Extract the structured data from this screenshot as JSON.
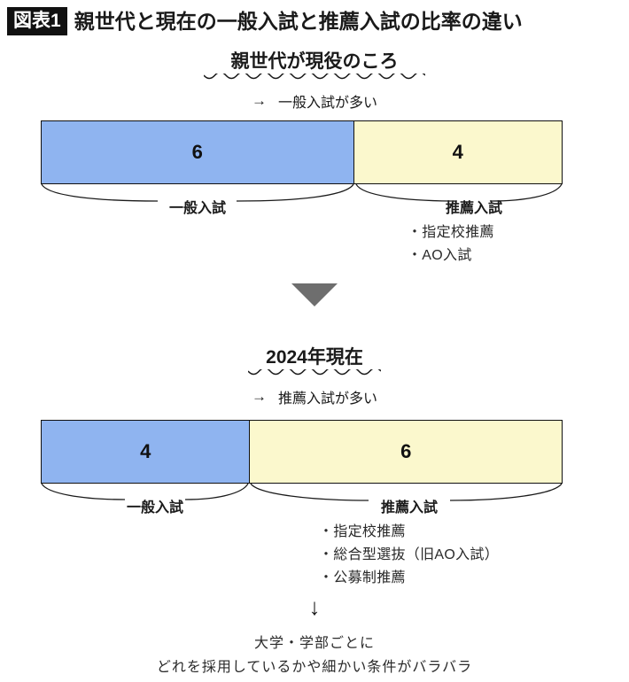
{
  "header": {
    "badge": "図表1",
    "title": "親世代と現在の一般入試と推薦入試の比率の違い"
  },
  "chart_data": {
    "type": "bar",
    "title": "親世代と現在の一般入試と推薦入試の比率の違い",
    "orientation": "horizontal-stacked",
    "categories": [
      "親世代が現役のころ",
      "2024年現在"
    ],
    "series": [
      {
        "name": "一般入試",
        "values": [
          6,
          4
        ],
        "color": "#8fb4f0"
      },
      {
        "name": "推薦入試",
        "values": [
          4,
          6
        ],
        "color": "#fbf8cd"
      }
    ],
    "total": 10,
    "grid": false,
    "legend": "none",
    "annotations": [
      "親世代が現役のころ → 一般入試が多い",
      "2024年現在 → 推薦入試が多い",
      "大学・学部ごとにどれを採用しているかや細かい条件がバラバラ"
    ]
  },
  "sections": [
    {
      "heading": "親世代が現役のころ",
      "arrow": "→",
      "subtitle": "一般入試が多い",
      "segments": [
        {
          "label": "一般入試",
          "value": "6",
          "ratio": 6,
          "fill": "#8fb4f0"
        },
        {
          "label": "推薦入試",
          "value": "4",
          "ratio": 4,
          "fill": "#fbf8cd"
        }
      ],
      "bullets": [
        "・指定校推薦",
        "・AO入試"
      ]
    },
    {
      "heading": "2024年現在",
      "arrow": "→",
      "subtitle": "推薦入試が多い",
      "segments": [
        {
          "label": "一般入試",
          "value": "4",
          "ratio": 4,
          "fill": "#8fb4f0"
        },
        {
          "label": "推薦入試",
          "value": "6",
          "ratio": 6,
          "fill": "#fbf8cd"
        }
      ],
      "bullets": [
        "・指定校推薦",
        "・総合型選抜（旧AO入試）",
        "・公募制推薦"
      ]
    }
  ],
  "footer": {
    "arrow": "↓",
    "line1": "大学・学部ごとに",
    "line2": "どれを採用しているかや細かい条件がバラバラ"
  },
  "colors": {
    "general": "#8fb4f0",
    "recommend": "#fbf8cd",
    "badge_bg": "#111111",
    "triangle": "#6e6e6e",
    "stroke": "#111111"
  }
}
